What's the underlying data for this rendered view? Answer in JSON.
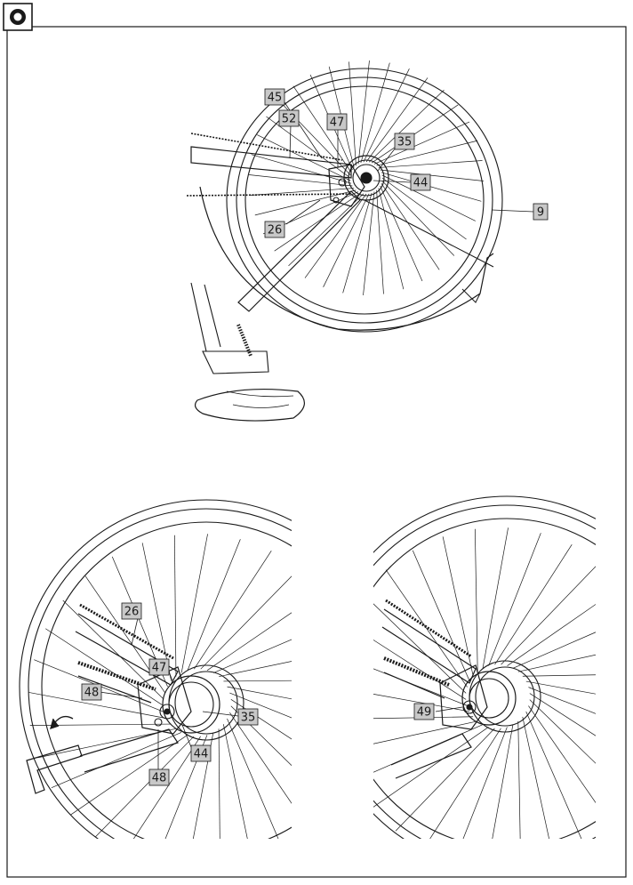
{
  "section_icon": "circle-target-icon",
  "colors": {
    "line": "#1a1a1a",
    "label_fill": "#c8c8c8",
    "background": "#ffffff"
  },
  "top_figure": {
    "labels": [
      {
        "id": "45",
        "text": "45"
      },
      {
        "id": "52",
        "text": "52"
      },
      {
        "id": "47",
        "text": "47"
      },
      {
        "id": "35",
        "text": "35"
      },
      {
        "id": "44",
        "text": "44"
      },
      {
        "id": "9",
        "text": "9"
      },
      {
        "id": "26",
        "text": "26"
      }
    ]
  },
  "bottom_left_figure": {
    "tool_icon": "hex-key-icon",
    "rotation_icon": "curved-arrow-icon",
    "labels": [
      {
        "id": "26",
        "text": "26"
      },
      {
        "id": "47",
        "text": "47"
      },
      {
        "id": "48a",
        "text": "48"
      },
      {
        "id": "35",
        "text": "35"
      },
      {
        "id": "44",
        "text": "44"
      },
      {
        "id": "48b",
        "text": "48"
      }
    ]
  },
  "bottom_right_figure": {
    "labels": [
      {
        "id": "49",
        "text": "49"
      }
    ]
  }
}
